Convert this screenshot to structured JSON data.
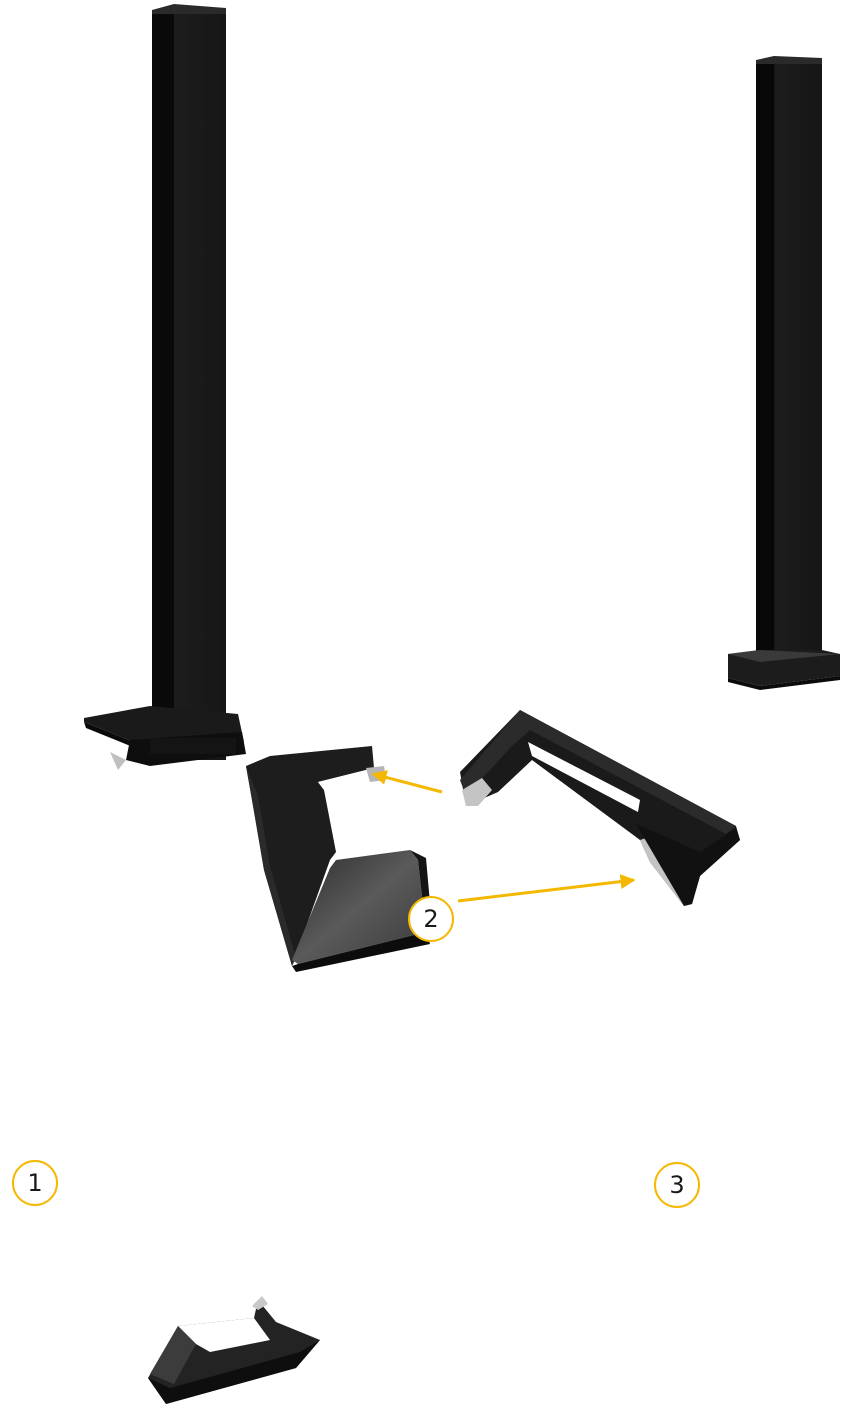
{
  "steps": [
    {
      "id": "step-1",
      "label": "1"
    },
    {
      "id": "step-2",
      "label": "2"
    },
    {
      "id": "step-3",
      "label": "3"
    }
  ],
  "colors": {
    "post": "#141414",
    "post_edge": "#262626",
    "cover": "#1c1c1c",
    "cover_face": "#4a4a4a",
    "metal": "#b8b8b8",
    "arrow": "#f5b800",
    "marker_border": "#f5b800"
  },
  "icons": {
    "assembly_arrow": "arrow-right-icon"
  }
}
